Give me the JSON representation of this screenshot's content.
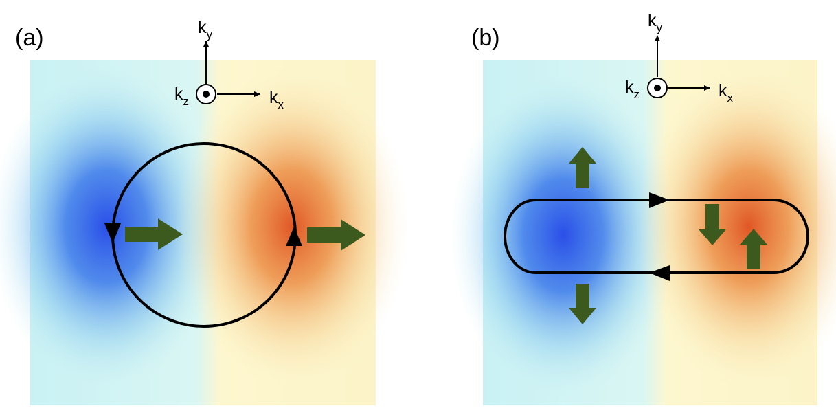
{
  "panels": [
    {
      "label": "(a)",
      "axes": {
        "ky": "k",
        "ky_sub": "y",
        "kz": "k",
        "kz_sub": "z",
        "kx": "k",
        "kx_sub": "x"
      }
    },
    {
      "label": "(b)",
      "axes": {
        "ky": "k",
        "ky_sub": "y",
        "kz": "k",
        "kz_sub": "z",
        "kx": "k",
        "kx_sub": "x"
      }
    }
  ],
  "colors": {
    "blue": "#2a52e6",
    "light_blue": "#c8f0f2",
    "light_yellow": "#fcf6c4",
    "orange": "#e0652a",
    "arrow_green": "#3d5a1e",
    "contour": "#000000"
  }
}
